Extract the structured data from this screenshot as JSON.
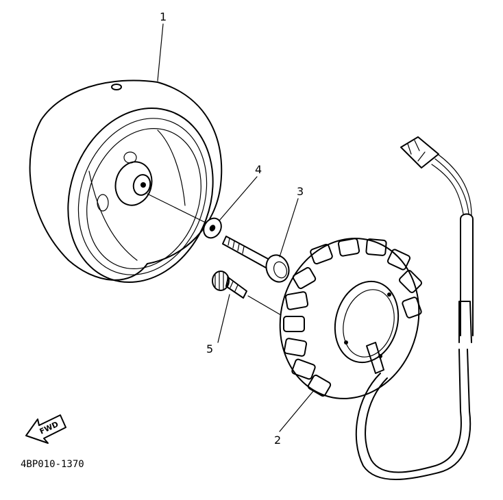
{
  "callouts": {
    "p1": "1",
    "p2": "2",
    "p3": "3",
    "p4": "4",
    "p5": "5"
  },
  "forward_label": "FWD",
  "part_code": "4BP010-1370"
}
